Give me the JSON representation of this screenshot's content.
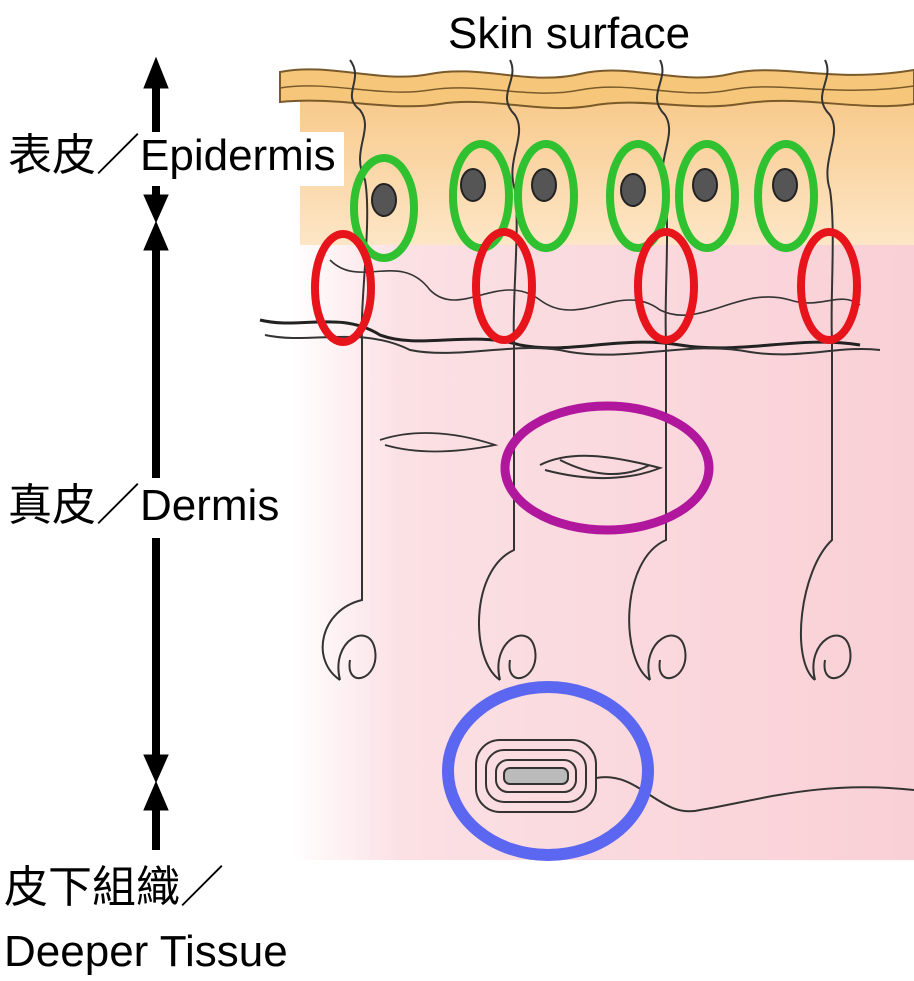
{
  "title": "Skin surface",
  "layers": {
    "epidermis": "表皮／Epidermis",
    "dermis": "真皮／Dermis",
    "deeper_line1": "皮下組織／",
    "deeper_line2": "Deeper Tissue"
  },
  "colors": {
    "surface": "#f6c77a",
    "epidermis_band": "#fde3c0",
    "dermis": "#f9d5da",
    "arrow": "#000000",
    "merkel_circles": "#2fc12f",
    "meissner_circles": "#e8141c",
    "ruffini_circle": "#b0179c",
    "pacinian_circle": "#5b67f0"
  }
}
